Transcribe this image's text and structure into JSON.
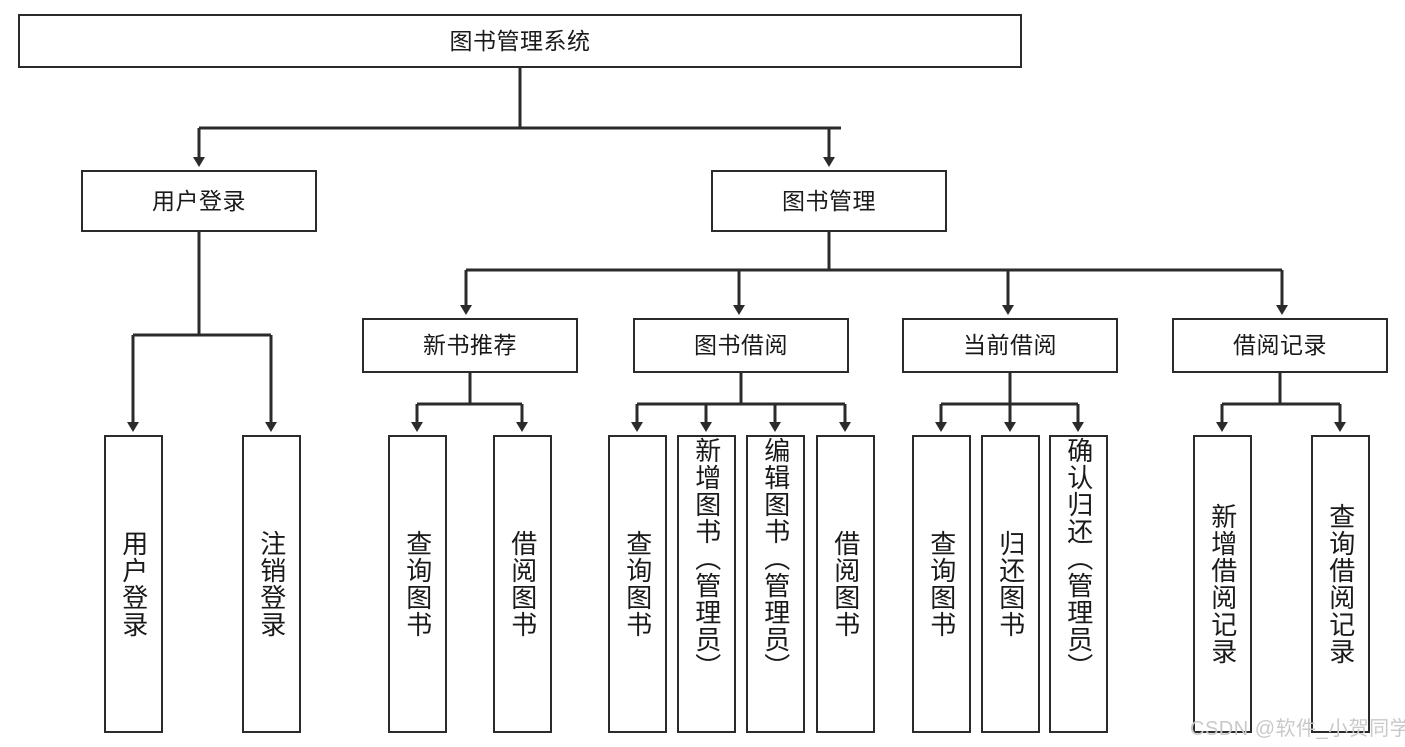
{
  "diagram": {
    "type": "tree",
    "title": "图书管理系统",
    "root": {
      "label": "图书管理系统"
    },
    "level1": [
      {
        "label": "用户登录"
      },
      {
        "label": "图书管理"
      }
    ],
    "level2": [
      {
        "label": "新书推荐"
      },
      {
        "label": "图书借阅"
      },
      {
        "label": "当前借阅"
      },
      {
        "label": "借阅记录"
      }
    ],
    "leaves": {
      "user_login": [
        {
          "label": "用户登录"
        },
        {
          "label": "注销登录"
        }
      ],
      "new_book_recommend": [
        {
          "label": "查询图书"
        },
        {
          "label": "借阅图书"
        }
      ],
      "book_borrow": [
        {
          "label": "查询图书"
        },
        {
          "label": "新增图书（管理员）"
        },
        {
          "label": "编辑图书（管理员）"
        },
        {
          "label": "借阅图书"
        }
      ],
      "current_borrow": [
        {
          "label": "查询图书"
        },
        {
          "label": "归还图书"
        },
        {
          "label": "确认归还（管理员）"
        }
      ],
      "borrow_record": [
        {
          "label": "新增借阅记录"
        },
        {
          "label": "查询借阅记录"
        }
      ]
    }
  },
  "watermark": {
    "text": "CSDN @软件_小贺同学"
  },
  "colors": {
    "border": "#2b2b2b",
    "background": "#ffffff",
    "text": "#1a1a1a",
    "watermark": "#c9c9c9"
  }
}
